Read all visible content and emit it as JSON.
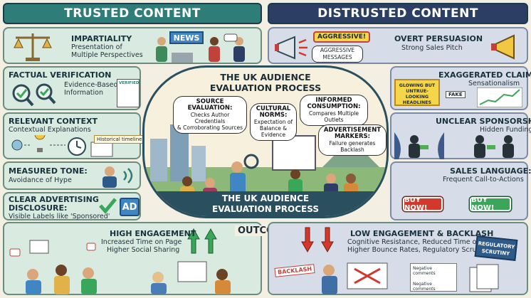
{
  "headers": {
    "trusted": "TRUSTED CONTENT",
    "distrusted": "DISTRUSTED CONTENT"
  },
  "trusted": [
    {
      "title": "IMPARTIALITY",
      "sub": [
        "Presentation of",
        "Multiple Perspectives"
      ],
      "tag": "NEWS",
      "icon": "scales-icon"
    },
    {
      "title": "FACTUAL VERIFICATION",
      "sub": [
        "Evidence-Based",
        "Information"
      ],
      "tag": "VERIFIED",
      "icon": "magnifier-check-icon"
    },
    {
      "title": "RELEVANT CONTEXT",
      "sub": [
        "Contextual Explanations"
      ],
      "tag": "Historical timeline",
      "icon": "timeline-icon"
    },
    {
      "title": "MEASURED TONE:",
      "sub": [
        "Avoidance of Hype"
      ],
      "icon": "speaker-icon"
    },
    {
      "title": "CLEAR ADVERTISING",
      "title2": "DISCLOSURE:",
      "sub": [
        "Visible Labels like 'Sponsored'"
      ],
      "tag": "AD",
      "icon": "checkmark-icon"
    }
  ],
  "distrusted": [
    {
      "title": "OVERT PERSUASION",
      "sub": [
        "Strong Sales Pitch"
      ],
      "tag": "AGGRESSIVE!",
      "tag2": [
        "AGGRESSIVE",
        "MESSAGES"
      ],
      "icon": "megaphone-icon"
    },
    {
      "title": "EXAGGERATED CLAIMS",
      "sub": [
        "Sensationalism"
      ],
      "tag": [
        "GLOWING BUT",
        "UNTRUE-LOOKING",
        "HEADLINES"
      ],
      "tag2": "FAKE",
      "icon": "fake-chart-icon"
    },
    {
      "title": "UNCLEAR SPONSORSHIP",
      "sub": [
        "Hidden Funding"
      ],
      "icon": "curtain-icon"
    },
    {
      "title": "SALES LANGUAGE:",
      "sub": [
        "Frequent Call-to-Actions"
      ],
      "buttons": [
        "BUY NOW!",
        "BUY NOW!"
      ],
      "icon": "buy-button-icon"
    }
  ],
  "center": {
    "title": [
      "THE UK AUDIENCE",
      "EVALUATION PROCESS"
    ],
    "footer": [
      "THE UK AUDIENCE",
      "EVALUATION PROCESS"
    ],
    "bubbles": [
      {
        "head": "SOURCE EVALUATION:",
        "body": [
          "Checks Author Credentials",
          "& Corroborating Sources"
        ]
      },
      {
        "head": "CULTURAL NORMS:",
        "body": [
          "Expectation of",
          "Balance & Evidence"
        ]
      },
      {
        "head": "INFORMED CONSUMPTION:",
        "body": [
          "Compares Multiple",
          "Outlets"
        ]
      },
      {
        "head": "ADVERTISEMENT MARKERS:",
        "body": [
          "Failure generates",
          "Backlash"
        ]
      }
    ]
  },
  "outcomes": {
    "label": "OUTCOMES",
    "high": {
      "title": "HIGH ENGAGEMENT",
      "sub": [
        "Increased Time on Page",
        "Higher Social Sharing"
      ]
    },
    "low": {
      "title": "LOW ENGAGEMENT & BACKLASH",
      "sub": [
        "Cognitive Resistance, Reduced Time on Page",
        "Higher Bounce Rates, Regulatory Scrutiny"
      ],
      "tags": [
        "BACKLASH",
        "REGULATORY",
        "SCRUTINY",
        "Negative comments",
        "Negative comments"
      ]
    }
  },
  "colors": {
    "trusted_header": "#2f7d78",
    "distrusted_header": "#2c3e63",
    "panel_green": "#d9ebe1",
    "panel_blue": "#d7dde8",
    "arrow_green": "#3aa65a",
    "arrow_red": "#d2382b"
  }
}
